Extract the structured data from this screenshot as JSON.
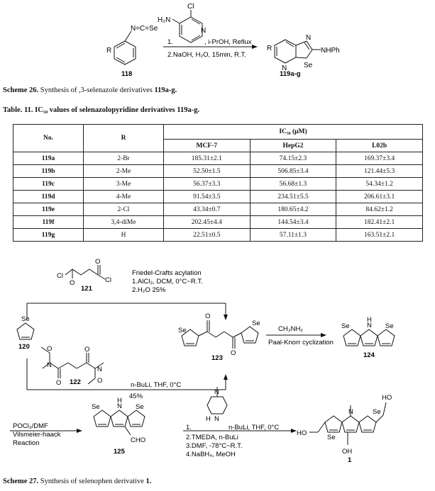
{
  "scheme26": {
    "reagent_line1": "1.",
    "reagent_line1b": ", i-PrOH, Reflux",
    "reagent_line2": "2.NaOH, H₂O, 15min, R.T.",
    "compound_118": "118",
    "compound_119": "119a-g",
    "label_R": "R",
    "label_N_eq_C_eq_Se": "N=C=Se",
    "label_H2N": "H₂N",
    "label_Cl": "Cl",
    "label_N": "N",
    "label_Se": "Se",
    "label_NHPh": "NHPh",
    "caption_prefix": "Scheme 26.",
    "caption_text": " Synthesis of ,3-selenazole derivatives ",
    "caption_bold": "119a-g."
  },
  "table11": {
    "caption": "Table. 11. IC₅₀ values of selenazolopyridine derivatives 119a-g.",
    "col_no": "No.",
    "col_r": "R",
    "col_ic50": "IC₅₀ (μM)",
    "sub_cols": [
      "MCF-7",
      "HepG2",
      "L02b"
    ],
    "rows": [
      {
        "id": "119a",
        "r": "2-Br",
        "mcf7": "185.31±2.1",
        "hepg2": "74.15±2.3",
        "l02b": "169.37±3.4"
      },
      {
        "id": "119b",
        "r": "2-Me",
        "mcf7": "52.50±1.5",
        "hepg2": "506.85±3.4",
        "l02b": "121.44±5.3"
      },
      {
        "id": "119c",
        "r": "3-Me",
        "mcf7": "56.37±3.3",
        "hepg2": "56.68±1.3",
        "l02b": "54.34±1.2"
      },
      {
        "id": "119d",
        "r": "4-Me",
        "mcf7": "91.54±3.5",
        "hepg2": "234.51±5.5",
        "l02b": "206.61±3.1"
      },
      {
        "id": "119e",
        "r": "2-Cl",
        "mcf7": "43.34±0.7",
        "hepg2": "180.65±4.2",
        "l02b": "84.62±1.2"
      },
      {
        "id": "119f",
        "r": "3,4-diMe",
        "mcf7": "202.45±4.4",
        "hepg2": "144.54±3.4",
        "l02b": "182.41±2.1"
      },
      {
        "id": "119g",
        "r": "H",
        "mcf7": "22.51±0.5",
        "hepg2": "57.11±1.3",
        "l02b": "163.51±2.1"
      }
    ]
  },
  "scheme27": {
    "fc_title": "Friedel-Crafts acylation",
    "fc_step1": "1.AlCl₃, DCM, 0°C~R.T.",
    "fc_step2": "2.H₂O  25%",
    "c121": "121",
    "c120": "120",
    "c122": "122",
    "c123": "123",
    "c124": "124",
    "c125": "125",
    "c1": "1",
    "nbuli_thf": "n-BuLi, THF, 0°C",
    "yield45": "45%",
    "ch3nh2": "CH₃NH₂",
    "paal_knorr": "Paal-Knorr cyclization",
    "vh_line1": "POCl₃/DMF",
    "vh_line2": "Vilsmeier-haack",
    "vh_line3": "Reaction",
    "final_step1": "1.",
    "final_step1b": "n-BuLi, THF, 0°C",
    "final_step2": "2.TMEDA, n-BuLi",
    "final_step3": "3.DMF, -78°C~R.T.",
    "final_step4": "4.NaBH₄, MeOH",
    "label_Se": "Se",
    "label_Cl": "Cl",
    "label_O": "O",
    "label_N": "N",
    "label_H": "H",
    "label_CHO": "CHO",
    "label_HO": "HO",
    "label_OH": "OH",
    "caption_prefix": "Scheme 27.",
    "caption_text": " Synthesis of selenophen derivative ",
    "caption_bold": "1."
  }
}
